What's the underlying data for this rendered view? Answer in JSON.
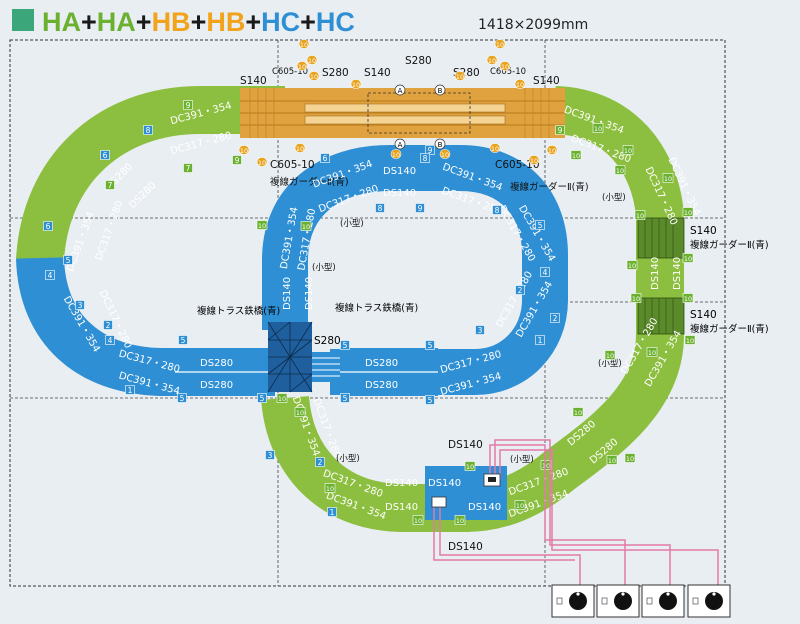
{
  "title": {
    "parts": [
      {
        "text": "HA",
        "color": "#6bb130"
      },
      {
        "text": "+",
        "color": "#1a1a1a"
      },
      {
        "text": "HA",
        "color": "#6bb130"
      },
      {
        "text": "+",
        "color": "#1a1a1a"
      },
      {
        "text": "HB",
        "color": "#f2a31b"
      },
      {
        "text": "+",
        "color": "#1a1a1a"
      },
      {
        "text": "HB",
        "color": "#f2a31b"
      },
      {
        "text": "+",
        "color": "#1a1a1a"
      },
      {
        "text": "HC",
        "color": "#2f8fd4"
      },
      {
        "text": "+",
        "color": "#1a1a1a"
      },
      {
        "text": "HC",
        "color": "#2f8fd4"
      }
    ],
    "size": "1418×2099mm"
  },
  "colors": {
    "ha": "#8cbf3f",
    "hb": "#e0a23e",
    "hc": "#2f8fd4",
    "wire": "#e47aa8",
    "badge_green": "#6bb130",
    "badge_blue": "#2f8fd4",
    "badge_orange": "#e8a21b",
    "accent_square": "#3aa67a"
  },
  "labels": {
    "dc391": "DC391・354",
    "dc317": "DC317・280",
    "ds280": "DS280",
    "ds140": "DS140",
    "s140": "S140",
    "s280": "S280",
    "c605": "C605-10",
    "girder": "複線ガーダーⅡ(青)",
    "truss": "複線トラス鉄橋(青)",
    "small": "(小型)",
    "mark_a": "A",
    "mark_b": "B"
  },
  "badges": {
    "n1": "1",
    "n2": "2",
    "n3": "3",
    "n4": "4",
    "n5": "5",
    "n6": "6",
    "n7": "7",
    "n8": "8",
    "n9": "9",
    "n10": "10"
  }
}
